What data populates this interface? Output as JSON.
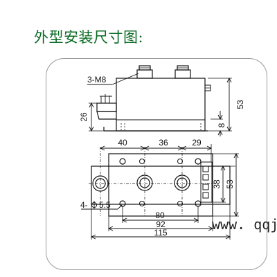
{
  "title": "外型安装尺寸图:",
  "side_view": {
    "labels": {
      "screw": "3-M8",
      "height_total": "53",
      "base_height": "26",
      "terminal_offset": "8"
    }
  },
  "top_view": {
    "labels": {
      "pitch_a": "40",
      "pitch_b": "36",
      "pitch_c": "29",
      "mount_holes": "4-",
      "hole_dia": "5.5",
      "hole_spacing": "80",
      "inner_length": "92",
      "total_length": "115",
      "width_inner": "38",
      "width_total": "53"
    }
  },
  "watermark": "www. qqj"
}
